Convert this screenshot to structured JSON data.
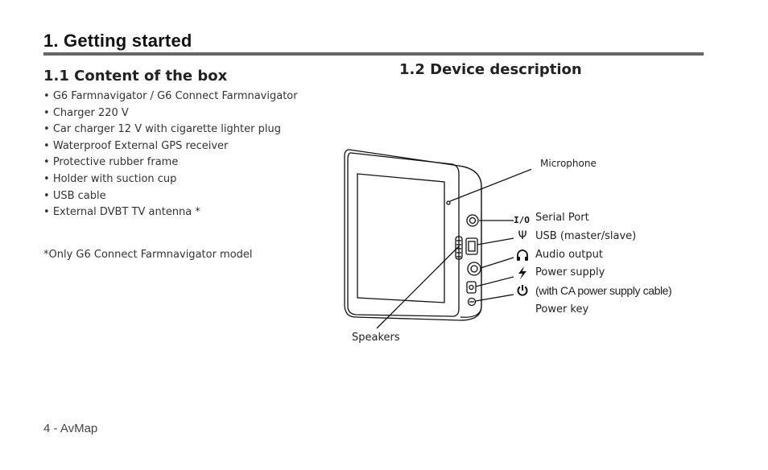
{
  "header": {
    "title": "1. Getting started"
  },
  "content_box": {
    "heading": "1.1 Content of the box",
    "items": [
      "G6 Farmnavigator / G6 Connect Farmnavigator",
      "Charger 220 V",
      "Car charger 12 V with cigarette lighter plug",
      "Waterproof External GPS receiver",
      "Protective rubber frame",
      "Holder with suction cup",
      "USB cable",
      "External DVBT TV antenna *"
    ],
    "footnote": "*Only G6 Connect Farmnavigator model"
  },
  "device": {
    "heading": "1.2 Device description",
    "labels": {
      "microphone": "Microphone",
      "serial_port": "Serial Port",
      "usb": "USB (master/slave)",
      "audio": "Audio output",
      "power_supply": "Power supply",
      "power_cable": "(with CA power supply cable)",
      "power_key": "Power key",
      "speakers": "Speakers"
    },
    "icons": {
      "serial": "I/O",
      "usb": "usb-icon",
      "audio": "headphones-icon",
      "power_supply": "lightning-icon",
      "power_key": "power-icon"
    }
  },
  "footer": {
    "page_label": "4 - AvMap"
  }
}
